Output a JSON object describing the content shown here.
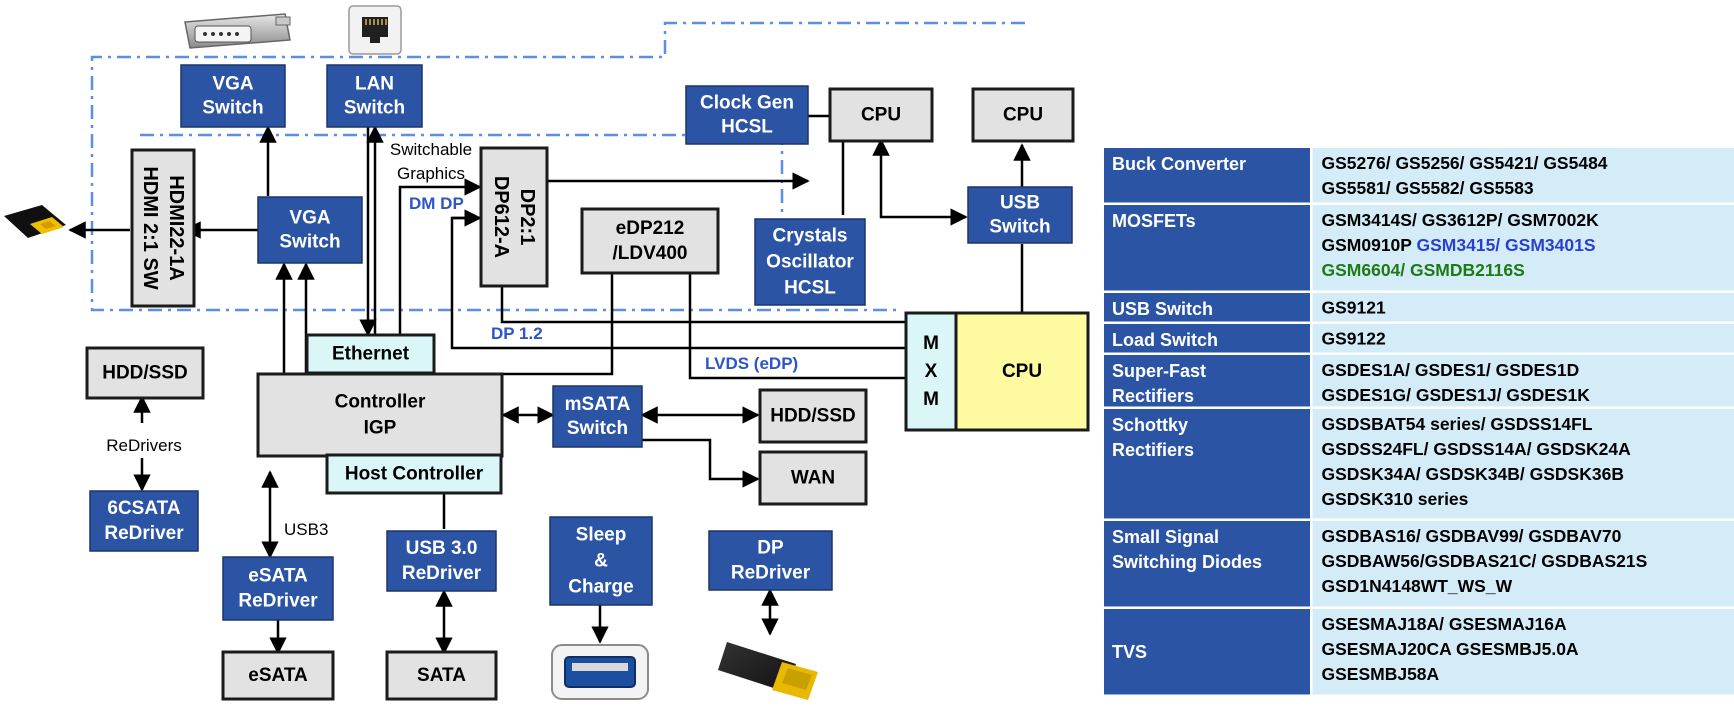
{
  "colors": {
    "blue_box": "#2c54a4",
    "blue_border": "#1c3566",
    "gray_box": "#e2e2e2",
    "cyan_box": "#daf6f6",
    "yellow_box": "#fdfaa0",
    "dash_line": "#5b8ee6",
    "table_category_bg": "#2c54a4",
    "table_value_bg": "#d3ecf8",
    "part_black": "#000000",
    "part_blue": "#2b3fcf",
    "part_green": "#1e7a12"
  },
  "diagram": {
    "blocks": {
      "vga_switch_top": [
        "VGA",
        "Switch"
      ],
      "lan_switch": [
        "LAN",
        "Switch"
      ],
      "clock_gen": [
        "Clock Gen",
        "HCSL"
      ],
      "cpu_top_left": [
        "CPU"
      ],
      "cpu_top_right": [
        "CPU"
      ],
      "hdmi_sw": [
        "HDMI22-1A",
        "HDMI 2:1 SW"
      ],
      "vga_switch_mid": [
        "VGA",
        "Switch"
      ],
      "dp_switch": [
        "DP2:1",
        "DP612-A"
      ],
      "edp_bridge": [
        "eDP212",
        "/LDV400"
      ],
      "crystals": [
        "Crystals",
        "Oscillator",
        "HCSL"
      ],
      "usb_switch": [
        "USB",
        "Switch"
      ],
      "mxm": [
        "M",
        "X",
        "M"
      ],
      "cpu_main": [
        "CPU"
      ],
      "ethernet": [
        "Ethernet"
      ],
      "controller": [
        "Controller",
        "IGP"
      ],
      "host_controller": [
        "Host Controller"
      ],
      "hdd_ssd_left": [
        "HDD/SSD"
      ],
      "redriver_6csata": [
        "6CSATA",
        "ReDriver"
      ],
      "msata_switch": [
        "mSATA",
        "Switch"
      ],
      "hdd_ssd_right": [
        "HDD/SSD"
      ],
      "wan": [
        "WAN"
      ],
      "esata_redriver": [
        "eSATA",
        "ReDriver"
      ],
      "usb30_redriver": [
        "USB 3.0",
        "ReDriver"
      ],
      "sleep_charge": [
        "Sleep",
        "&",
        "Charge"
      ],
      "dp_redriver": [
        "DP",
        "ReDriver"
      ],
      "esata": [
        "eSATA"
      ],
      "sata": [
        "SATA"
      ]
    },
    "labels": {
      "switchable_graphics": [
        "Switchable",
        "Graphics"
      ],
      "dm_dp": "DM DP",
      "dp_12": "DP 1.2",
      "lvds_edp": "LVDS (eDP)",
      "redrivers": "ReDrivers",
      "usb3": "USB3"
    },
    "icons": [
      "vga-connector-icon",
      "rj45-port-icon",
      "hdmi-cable-icon",
      "usb-port-icon",
      "usb-flash-drive-icon"
    ]
  },
  "product_table": {
    "rows": [
      {
        "category": [
          "Buck Converter"
        ],
        "lines": [
          [
            {
              "text": "GS5276/ GS5256/ GS5421/ GS5484",
              "color": "black"
            }
          ],
          [
            {
              "text": "GS5581/ GS5582/ GS5583",
              "color": "black"
            }
          ]
        ]
      },
      {
        "category": [
          "MOSFETs"
        ],
        "lines": [
          [
            {
              "text": "GSM3414S/ GS3612P/ GSM7002K",
              "color": "black"
            }
          ],
          [
            {
              "text": "GSM0910P ",
              "color": "black"
            },
            {
              "text": "GSM3415/ GSM3401S",
              "color": "blue"
            }
          ],
          [
            {
              "text": "GSM6604/ GSMDB2116S",
              "color": "green"
            }
          ]
        ]
      },
      {
        "category": [
          "USB Switch"
        ],
        "lines": [
          [
            {
              "text": "GS9121",
              "color": "black"
            }
          ]
        ]
      },
      {
        "category": [
          "Load Switch"
        ],
        "lines": [
          [
            {
              "text": "GS9122",
              "color": "black"
            }
          ]
        ]
      },
      {
        "category": [
          "Super-Fast",
          "Rectifiers"
        ],
        "lines": [
          [
            {
              "text": "GSDES1A/ GSDES1/ GSDES1D",
              "color": "black"
            }
          ],
          [
            {
              "text": "GSDES1G/ GSDES1J/ GSDES1K",
              "color": "black"
            }
          ]
        ]
      },
      {
        "category": [
          "Schottky",
          "Rectifiers"
        ],
        "lines": [
          [
            {
              "text": "GSDSBAT54 series/ GSDSS14FL",
              "color": "black"
            }
          ],
          [
            {
              "text": "GSDSS24FL/ GSDSS14A/ GSDSK24A",
              "color": "black"
            }
          ],
          [
            {
              "text": "GSDSK34A/ GSDSK34B/ GSDSK36B",
              "color": "black"
            }
          ],
          [
            {
              "text": "GSDSK310 series",
              "color": "black"
            }
          ]
        ]
      },
      {
        "category": [
          "Small Signal",
          "Switching Diodes"
        ],
        "lines": [
          [
            {
              "text": "GSDBAS16/ GSDBAV99/ GSDBAV70",
              "color": "black"
            }
          ],
          [
            {
              "text": "GSDBAW56/GSDBAS21C/ GSDBAS21S",
              "color": "black"
            }
          ],
          [
            {
              "text": "GSD1N4148WT_WS_W",
              "color": "black"
            }
          ]
        ]
      },
      {
        "category": [
          "TVS"
        ],
        "lines": [
          [
            {
              "text": "GSESMAJ18A/ GSESMAJ16A",
              "color": "black"
            }
          ],
          [
            {
              "text": "GSESMAJ20CA GSESMBJ5.0A",
              "color": "black"
            }
          ],
          [
            {
              "text": "GSESMBJ58A",
              "color": "black"
            }
          ]
        ]
      }
    ]
  }
}
